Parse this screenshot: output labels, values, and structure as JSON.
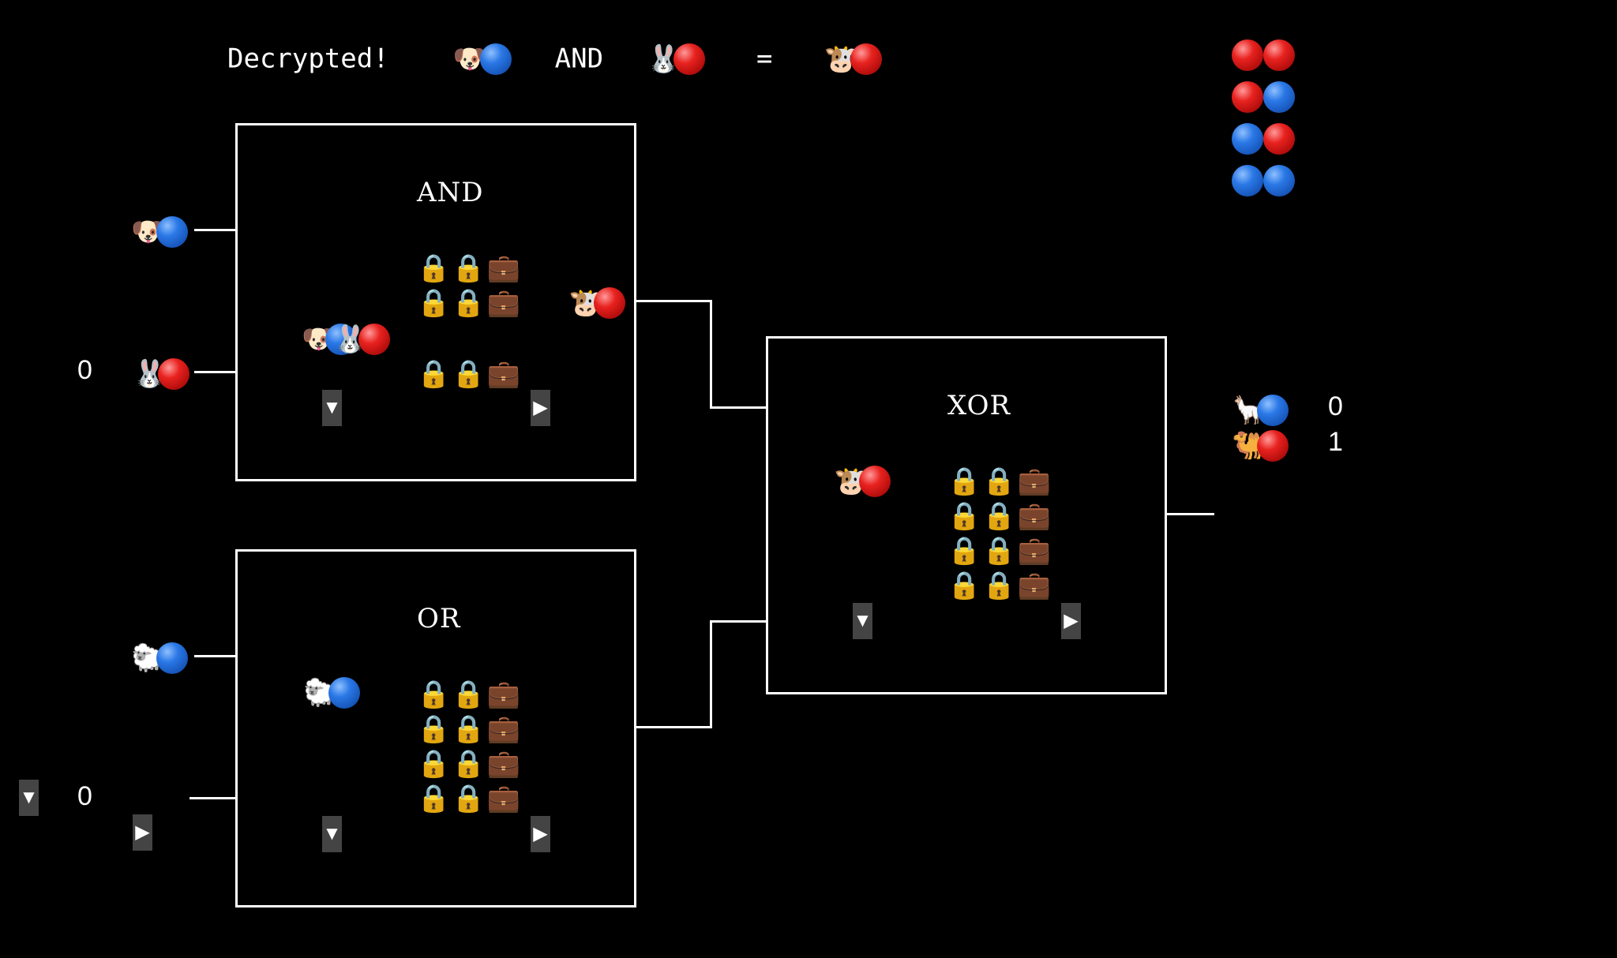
{
  "banner": {
    "status": "Decrypted!",
    "left_animal": "🐶",
    "left_color": "blue",
    "op": "AND",
    "right_animal": "🐰",
    "right_color": "red",
    "eq": "=",
    "result_animal": "🐮",
    "result_color": "red"
  },
  "truth_table": [
    [
      "red",
      "red"
    ],
    [
      "red",
      "blue"
    ],
    [
      "blue",
      "red"
    ],
    [
      "blue",
      "blue"
    ]
  ],
  "gates": {
    "and": {
      "title": "AND",
      "inputs": [
        {
          "animal": "🐶",
          "color": "blue"
        },
        {
          "animal": "🐰",
          "color": "red"
        }
      ],
      "inside_token": {
        "animals": "🐶",
        "mid_color": "blue",
        "second_animal": "🐰",
        "color": "red"
      },
      "output": {
        "animal": "🐮",
        "color": "red"
      },
      "locks": [
        "🔒🔒💼",
        "🔒🔒💼",
        "🔒🔒💼"
      ]
    },
    "or": {
      "title": "OR",
      "inputs": [
        {
          "animal": "🐑",
          "color": "blue"
        }
      ],
      "inside_token": {
        "animal": "🐑",
        "color": "blue"
      },
      "locks": [
        "🔒🔒💼",
        "🔒🔒💼",
        "🔒🔒💼",
        "🔒🔒💼"
      ]
    },
    "xor": {
      "title": "XOR",
      "inside_token": {
        "animal": "🐮",
        "color": "red"
      },
      "locks": [
        "🔒🔒💼",
        "🔒🔒💼",
        "🔒🔒💼",
        "🔒🔒💼"
      ]
    }
  },
  "input_values": {
    "and_second": "0",
    "or_second": "0"
  },
  "outputs": [
    {
      "animal": "🦙",
      "color": "blue",
      "value": "0"
    },
    {
      "animal": "🐫",
      "color": "red",
      "value": "1"
    }
  ],
  "icons": {
    "down": "▼",
    "right": "▶"
  },
  "colors": {
    "background": "#000000",
    "wire": "#ffffff",
    "blue": "#2a78e6",
    "red": "#e8221f",
    "button": "#444444"
  }
}
